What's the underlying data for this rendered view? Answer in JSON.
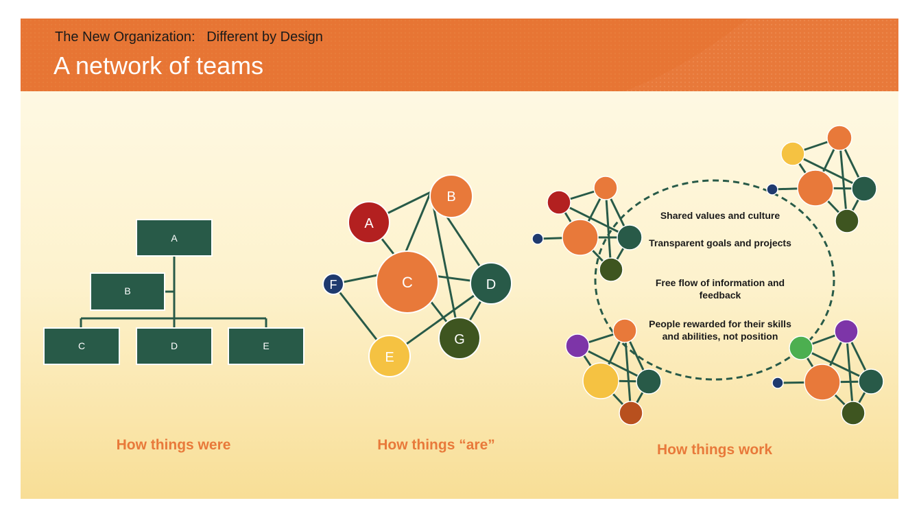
{
  "header": {
    "subtitle": "The New Organization:   Different by Design",
    "title": "A network of teams"
  },
  "org_chart": {
    "boxes": [
      "A",
      "B",
      "C",
      "D",
      "E"
    ]
  },
  "network": {
    "nodes": [
      "A",
      "B",
      "C",
      "D",
      "E",
      "F",
      "G"
    ]
  },
  "circle_text": [
    "Shared values and culture",
    "Transparent goals and projects",
    "Free flow of information and feedback",
    "People rewarded for their skills and abilities, not position"
  ],
  "captions": {
    "were": "How things were",
    "are": "How things “are”",
    "work": "How things work"
  },
  "colors": {
    "header": "#e8793a",
    "box": "#285a48",
    "red": "#b32020",
    "orange": "#e8793a",
    "dark_green": "#285a48",
    "olive": "#3e5520",
    "yellow": "#f5c242",
    "navy": "#1f3a6e",
    "purple": "#7d35a8",
    "green": "#4caf50",
    "rust": "#b8501e"
  }
}
